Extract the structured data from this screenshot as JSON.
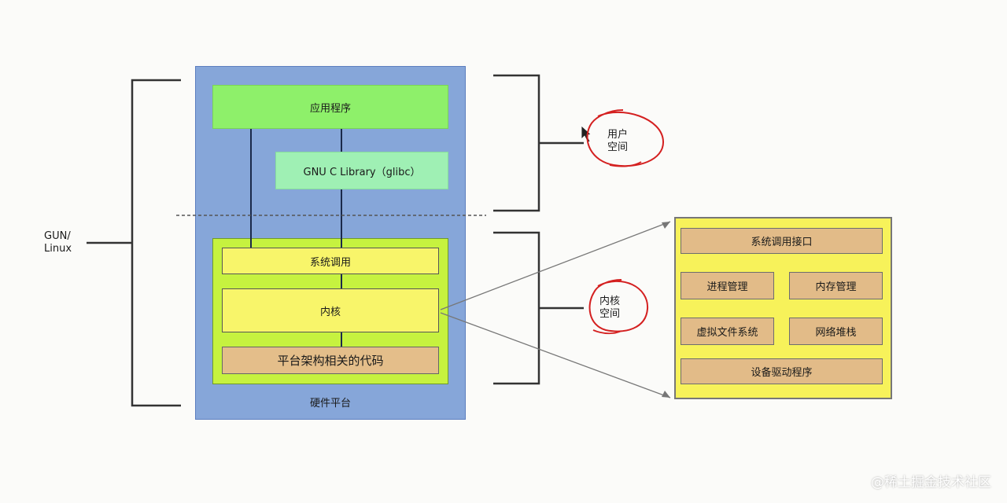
{
  "labels": {
    "gun_linux": "GUN/\nLinux",
    "user_space_line1": "用户",
    "user_space_line2": "空间",
    "kernel_space_line1": "内核",
    "kernel_space_line2": "空间"
  },
  "left_stack": {
    "hardware": "硬件平台",
    "applications": "应用程序",
    "glibc": "GNU C Library（glibc）",
    "syscall": "系统调用",
    "kernel": "内核",
    "arch_code": "平台架构相关的代码"
  },
  "kernel_detail": {
    "syscall_interface": "系统调用接口",
    "process_mgmt": "进程管理",
    "memory_mgmt": "内存管理",
    "vfs": "虚拟文件系统",
    "network_stack": "网络堆栈",
    "device_drivers": "设备驱动程序"
  },
  "watermark": "@稀土掘金技术社区",
  "colors": {
    "hardware": "#86a6d9",
    "applications": "#8ef06a",
    "glibc": "#9ff0b4",
    "kernel_area": "#c6f23f",
    "syscall_kernel": "#f8f56a",
    "arch_code": "#e4be8a",
    "detail_panel": "#f7f25a",
    "annotation": "#d42020"
  }
}
